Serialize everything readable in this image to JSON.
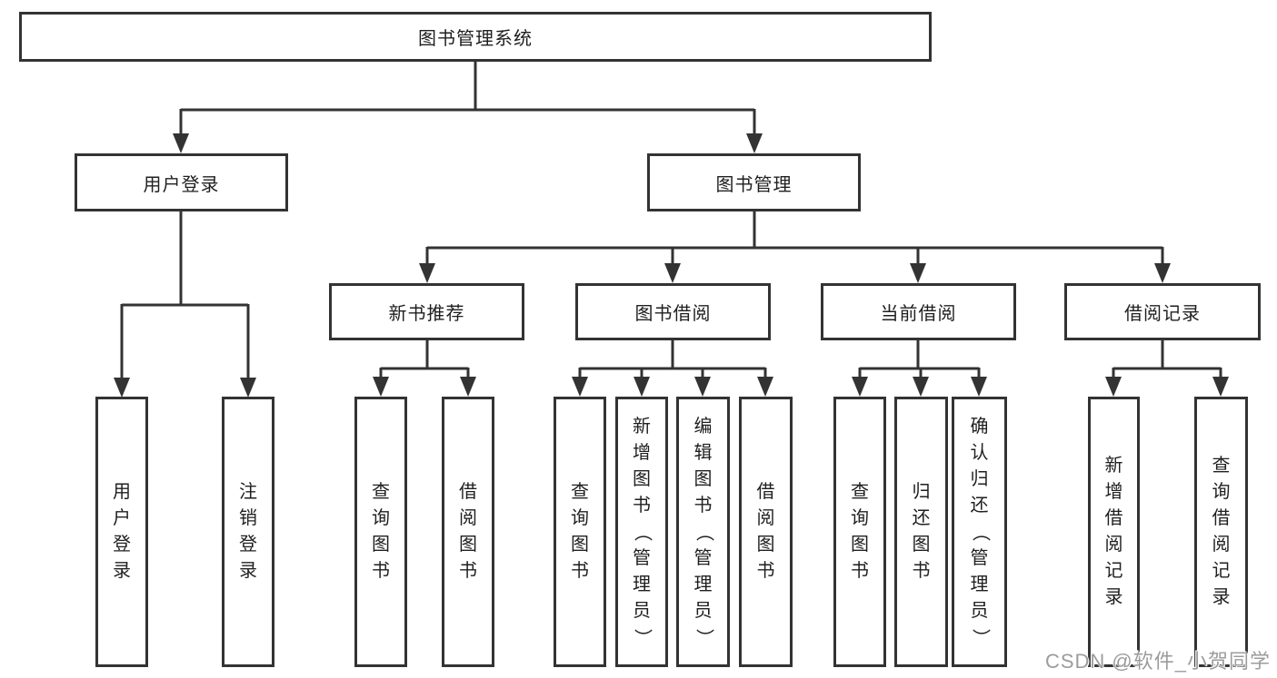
{
  "tree": {
    "root": {
      "label": "图书管理系统"
    },
    "branches": [
      {
        "label": "用户登录",
        "children": [
          {
            "label": "用户登录"
          },
          {
            "label": "注销登录"
          }
        ]
      },
      {
        "label": "图书管理",
        "children": [
          {
            "label": "新书推荐",
            "children": [
              {
                "label": "查询图书"
              },
              {
                "label": "借阅图书"
              }
            ]
          },
          {
            "label": "图书借阅",
            "children": [
              {
                "label": "查询图书"
              },
              {
                "label": "新增图书（管理员）"
              },
              {
                "label": "编辑图书（管理员）"
              },
              {
                "label": "借阅图书"
              }
            ]
          },
          {
            "label": "当前借阅",
            "children": [
              {
                "label": "查询图书"
              },
              {
                "label": "归还图书"
              },
              {
                "label": "确认归还（管理员）"
              }
            ]
          },
          {
            "label": "借阅记录",
            "children": [
              {
                "label": "新增借阅记录"
              },
              {
                "label": "查询借阅记录"
              }
            ]
          }
        ]
      }
    ]
  },
  "watermark": {
    "text": "CSDN @软件_小贺同学"
  },
  "colors": {
    "line": "#333333",
    "text": "#1f1f1f",
    "background": "#ffffff",
    "watermark": "#9c9c9c"
  }
}
